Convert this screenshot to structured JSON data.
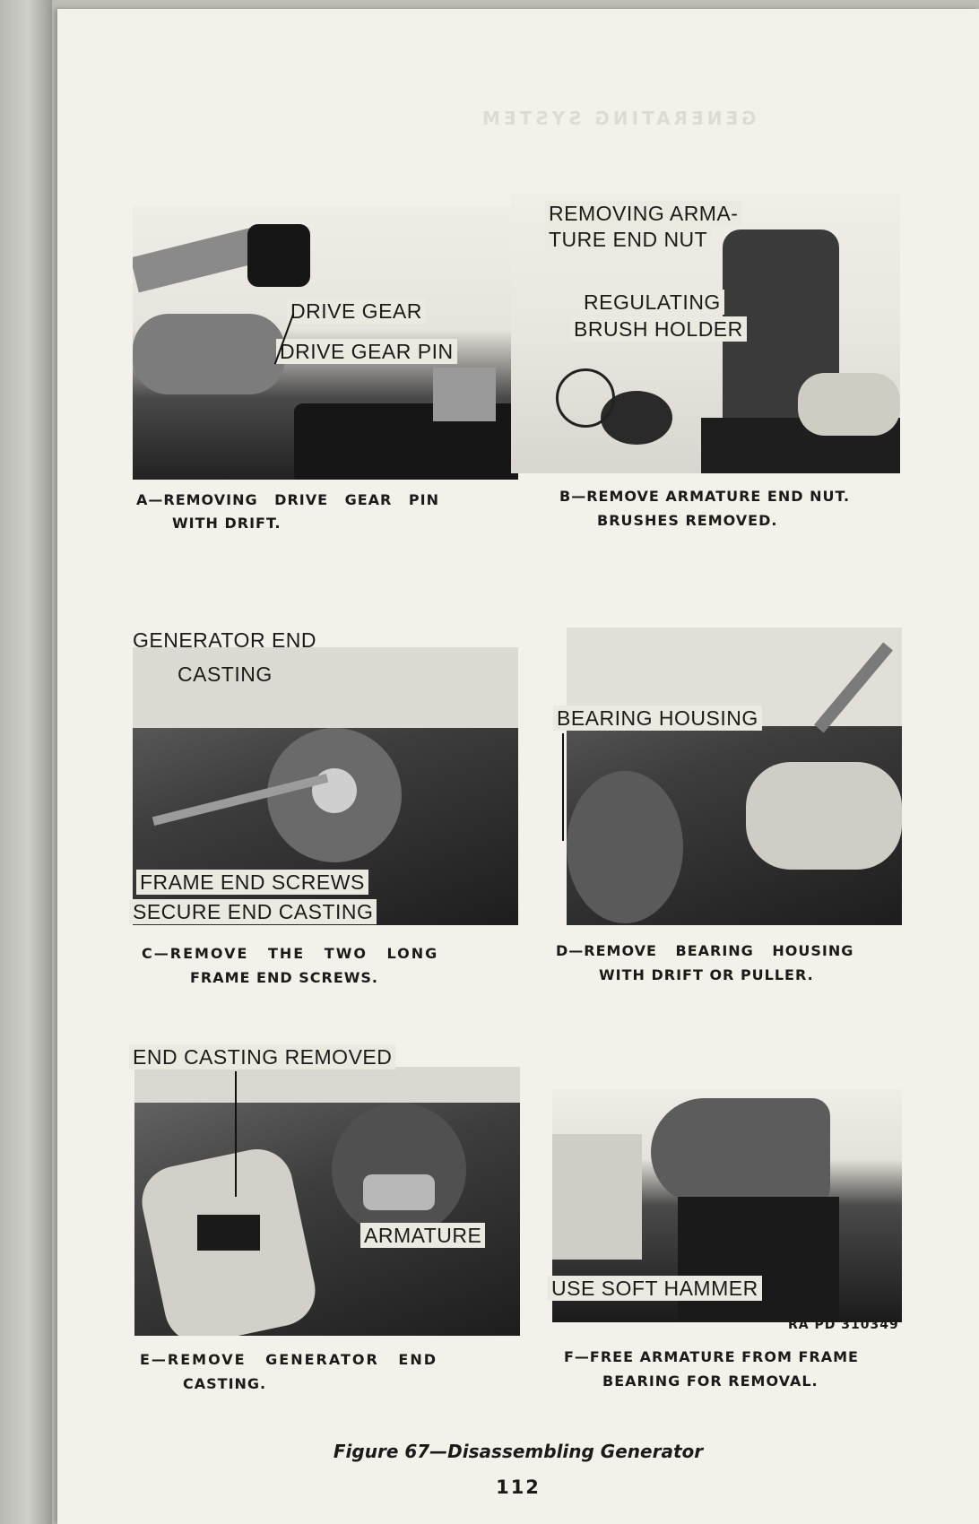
{
  "figure": {
    "title": "Figure 67—Disassembling Generator",
    "page_number": "112",
    "ra_number": "RA PD 310349"
  },
  "panels": {
    "a": {
      "labels": [
        "DRIVE GEAR",
        "DRIVE GEAR PIN"
      ],
      "caption_line1": "A—REMOVING DRIVE GEAR PIN",
      "caption_line2": "WITH DRIFT."
    },
    "b": {
      "labels": [
        "REMOVING ARMA-",
        "TURE END NUT",
        "REGULATING",
        "BRUSH HOLDER"
      ],
      "caption_line1": "B—REMOVE ARMATURE END NUT.",
      "caption_line2": "BRUSHES REMOVED."
    },
    "c": {
      "labels": [
        "GENERATOR END",
        "CASTING",
        "FRAME END SCREWS",
        "SECURE END CASTING"
      ],
      "caption_line1": "C—REMOVE THE TWO LONG",
      "caption_line2": "FRAME END SCREWS."
    },
    "d": {
      "labels": [
        "BEARING HOUSING"
      ],
      "caption_line1": "D—REMOVE BEARING HOUSING",
      "caption_line2": "WITH DRIFT OR PULLER."
    },
    "e": {
      "labels": [
        "END CASTING REMOVED",
        "ARMATURE"
      ],
      "caption_line1": "E—REMOVE GENERATOR END",
      "caption_line2": "CASTING."
    },
    "f": {
      "labels": [
        "USE SOFT HAMMER"
      ],
      "caption_line1": "F—FREE ARMATURE FROM FRAME",
      "caption_line2": "BEARING FOR REMOVAL."
    }
  }
}
